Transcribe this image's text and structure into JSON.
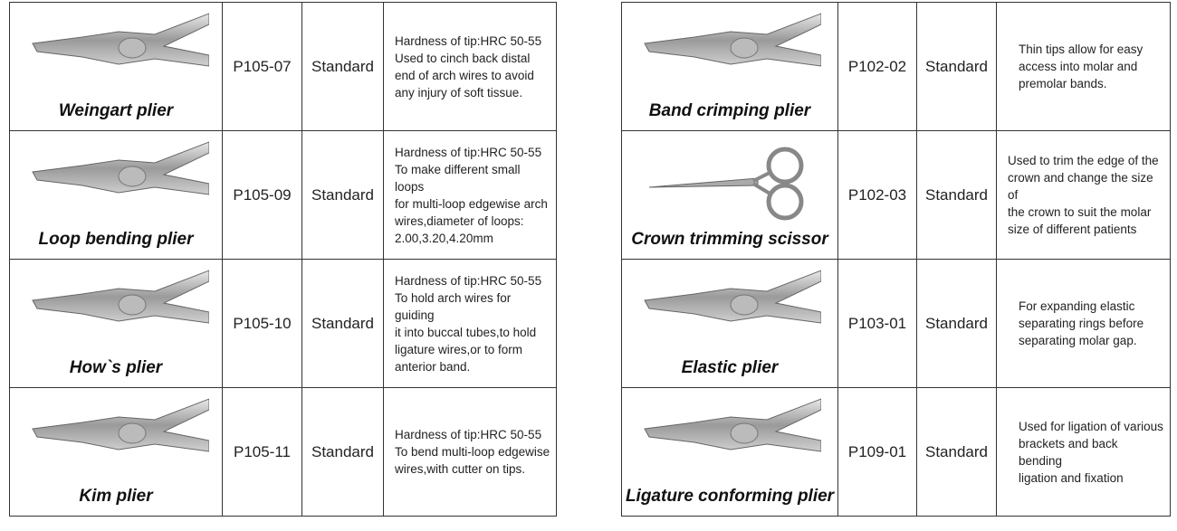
{
  "left_table": [
    {
      "name": "Weingart plier",
      "code": "P105-07",
      "type": "Standard",
      "desc": [
        "Hardness of tip:HRC 50-55",
        "Used to cinch back distal",
        "end of arch wires to avoid",
        "any injury of soft tissue."
      ],
      "icon": "plier-icon"
    },
    {
      "name": "Loop bending plier",
      "code": "P105-09",
      "type": "Standard",
      "desc": [
        "Hardness of tip:HRC 50-55",
        "To make different small loops",
        "for multi-loop edgewise arch",
        "wires,diameter of loops:",
        "2.00,3.20,4.20mm"
      ],
      "icon": "plier-icon"
    },
    {
      "name": "How`s plier",
      "code": "P105-10",
      "type": "Standard",
      "desc": [
        "Hardness of tip:HRC 50-55",
        "To hold arch wires for guiding",
        "it into buccal tubes,to hold",
        "ligature wires,or to form",
        "anterior band."
      ],
      "icon": "plier-icon"
    },
    {
      "name": "Kim plier",
      "code": "P105-11",
      "type": "Standard",
      "desc": [
        "Hardness of tip:HRC 50-55",
        "To bend multi-loop edgewise",
        "wires,with cutter on tips."
      ],
      "icon": "plier-icon"
    }
  ],
  "right_table": [
    {
      "name": "Band crimping plier",
      "code": "P102-02",
      "type": "Standard",
      "desc": [
        "Thin tips allow for easy",
        "access into molar and",
        "premolar bands."
      ],
      "icon": "plier-icon",
      "center": true
    },
    {
      "name": "Crown trimming scissor",
      "code": "P102-03",
      "type": "Standard",
      "desc": [
        "Used to trim the edge of the",
        "crown and change the size of",
        "the crown to suit the molar",
        "size of different patients"
      ],
      "icon": "scissor-icon"
    },
    {
      "name": "Elastic plier",
      "code": "P103-01",
      "type": "Standard",
      "desc": [
        "For expanding elastic",
        "separating rings before",
        "separating molar gap."
      ],
      "icon": "plier-icon",
      "center": true
    },
    {
      "name": "Ligature conforming plier",
      "code": "P109-01",
      "type": "Standard",
      "desc": [
        "Used for ligation of various",
        "brackets and back bending",
        "ligation and fixation"
      ],
      "icon": "plier-icon",
      "center": true
    }
  ]
}
